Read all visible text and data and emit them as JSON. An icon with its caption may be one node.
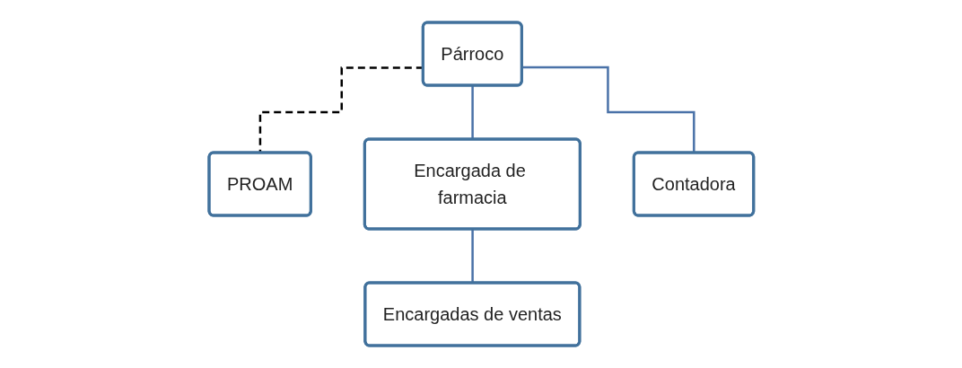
{
  "diagram": {
    "nodes": [
      {
        "text": [
          "Párroco"
        ]
      },
      {
        "text": [
          "PROAM"
        ]
      },
      {
        "text": [
          "Encargada de farmacia"
        ]
      },
      {
        "text": [
          "Contadora"
        ]
      },
      {
        "text": [
          "Encargadas de ventas"
        ]
      }
    ],
    "edges": [
      {
        "from": 0,
        "to": 1,
        "arrow": "none",
        "style": "dashed",
        "color": "#000000"
      },
      {
        "from": 0,
        "to": 2,
        "arrow": "none"
      },
      {
        "from": 0,
        "to": 3,
        "arrow": "none"
      },
      {
        "from": 2,
        "to": 4,
        "arrow": "none"
      }
    ]
  }
}
